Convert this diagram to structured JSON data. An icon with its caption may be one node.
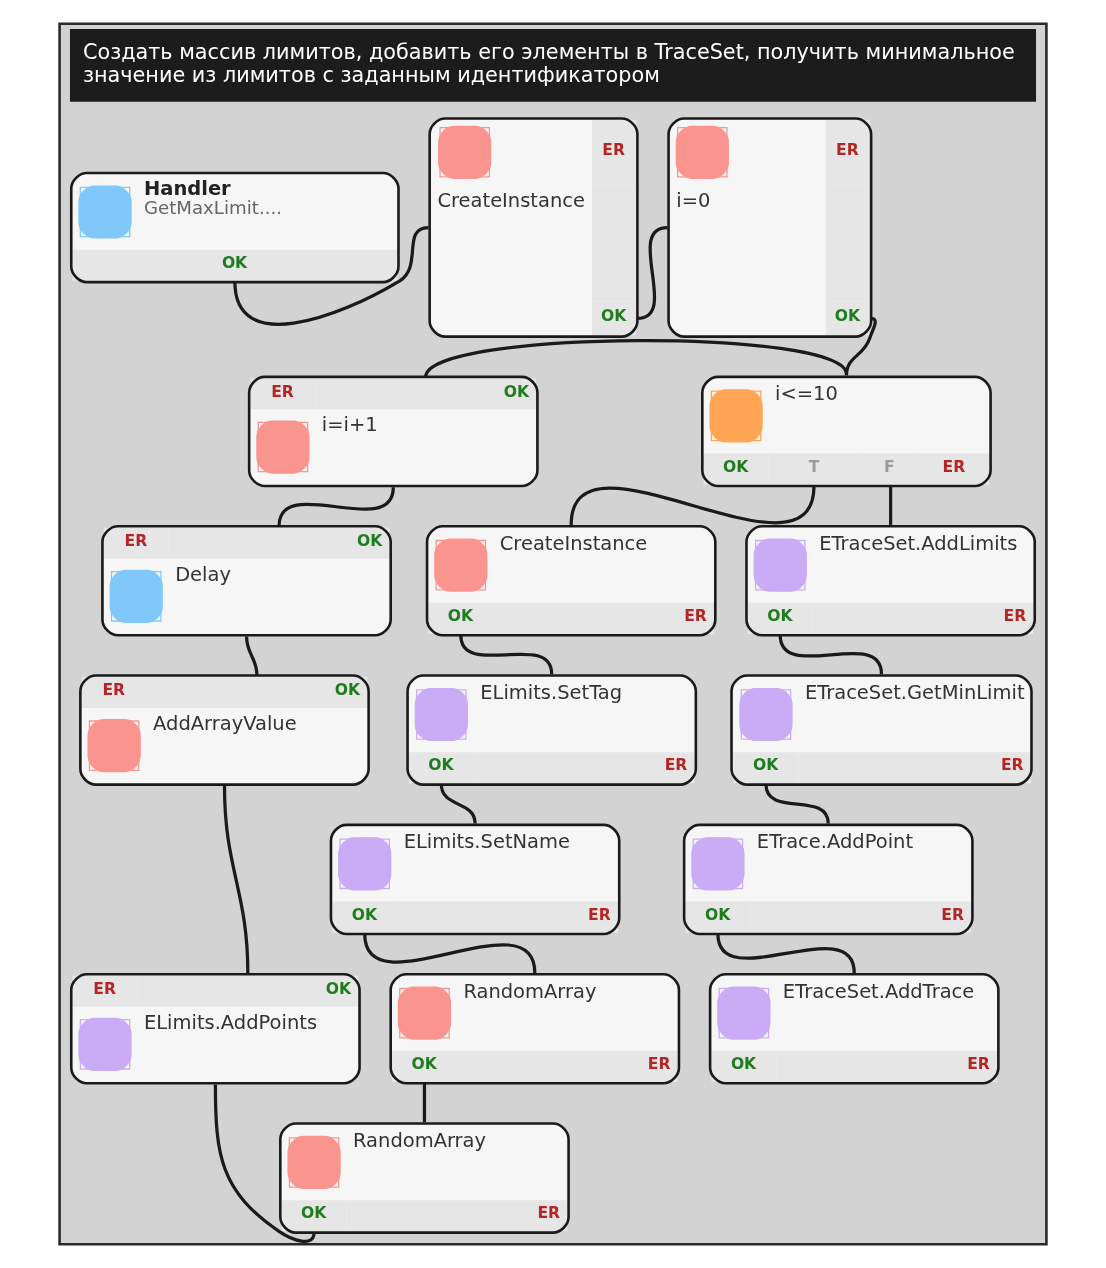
{
  "diagram": {
    "nodes": [
      {
        "text": [
          "Создать массив лимитов, добавить его элементы в TraceSet, получить минимальное значение из лимитов с заданным идентификатором"
        ]
      },
      {
        "text": [
          "Handler",
          "GetMaxLimit....",
          "OK"
        ],
        "in": 0
      },
      {
        "text": [
          "ER",
          "CreateInstance",
          "OK"
        ],
        "in": 0
      },
      {
        "text": [
          "ER",
          "i=0",
          "OK"
        ],
        "in": 0
      },
      {
        "text": [
          "ER",
          "OK",
          "i=i+1"
        ],
        "in": 0
      },
      {
        "text": [
          "i<=10",
          "OK",
          "T",
          "F",
          "ER"
        ],
        "in": 0
      },
      {
        "text": [
          "ER",
          "OK",
          "Delay"
        ],
        "in": 0
      },
      {
        "text": [
          "CreateInstance",
          "OK",
          "ER"
        ],
        "in": 0
      },
      {
        "text": [
          "ETraceSet.AddLimits",
          "OK",
          "ER"
        ],
        "in": 0
      },
      {
        "text": [
          "ER",
          "OK",
          "AddArrayValue"
        ],
        "in": 0
      },
      {
        "text": [
          "ELimits.SetTag",
          "OK",
          "ER"
        ],
        "in": 0
      },
      {
        "text": [
          "ETraceSet.GetMinLimit",
          "OK",
          "ER"
        ],
        "in": 0
      },
      {
        "text": [
          "ELimits.SetName",
          "OK",
          "ER"
        ],
        "in": 0
      },
      {
        "text": [
          "ETrace.AddPoint",
          "OK",
          "ER"
        ],
        "in": 0
      },
      {
        "text": [
          "ER",
          "OK",
          "ELimits.AddPoints"
        ],
        "in": 0
      },
      {
        "text": [
          "RandomArray",
          "OK",
          "ER"
        ],
        "in": 0
      },
      {
        "text": [
          "ETraceSet.AddTrace",
          "OK",
          "ER"
        ],
        "in": 0
      },
      {
        "text": [
          "RandomArray",
          "OK",
          "ER"
        ],
        "in": 0
      }
    ],
    "edges": [
      {
        "from": 1,
        "to": 2,
        "arrow": "none"
      },
      {
        "from": 2,
        "to": 3,
        "arrow": "none"
      },
      {
        "from": 3,
        "to": 5,
        "arrow": "none"
      },
      {
        "from": 4,
        "to": 5,
        "arrow": "none"
      },
      {
        "from": 5,
        "to": 7,
        "arrow": "none"
      },
      {
        "from": 5,
        "to": 8,
        "arrow": "none"
      },
      {
        "from": 7,
        "to": 10,
        "arrow": "none"
      },
      {
        "from": 10,
        "to": 12,
        "arrow": "none"
      },
      {
        "from": 12,
        "to": 15,
        "arrow": "none"
      },
      {
        "from": 15,
        "to": 17,
        "arrow": "none"
      },
      {
        "from": 17,
        "to": 14,
        "arrow": "none"
      },
      {
        "from": 14,
        "to": 9,
        "arrow": "none"
      },
      {
        "from": 9,
        "to": 6,
        "arrow": "none"
      },
      {
        "from": 6,
        "to": 4,
        "arrow": "none"
      },
      {
        "from": 8,
        "to": 11,
        "arrow": "none"
      },
      {
        "from": 11,
        "to": 13,
        "arrow": "none"
      },
      {
        "from": 13,
        "to": 16,
        "arrow": "none"
      }
    ]
  }
}
